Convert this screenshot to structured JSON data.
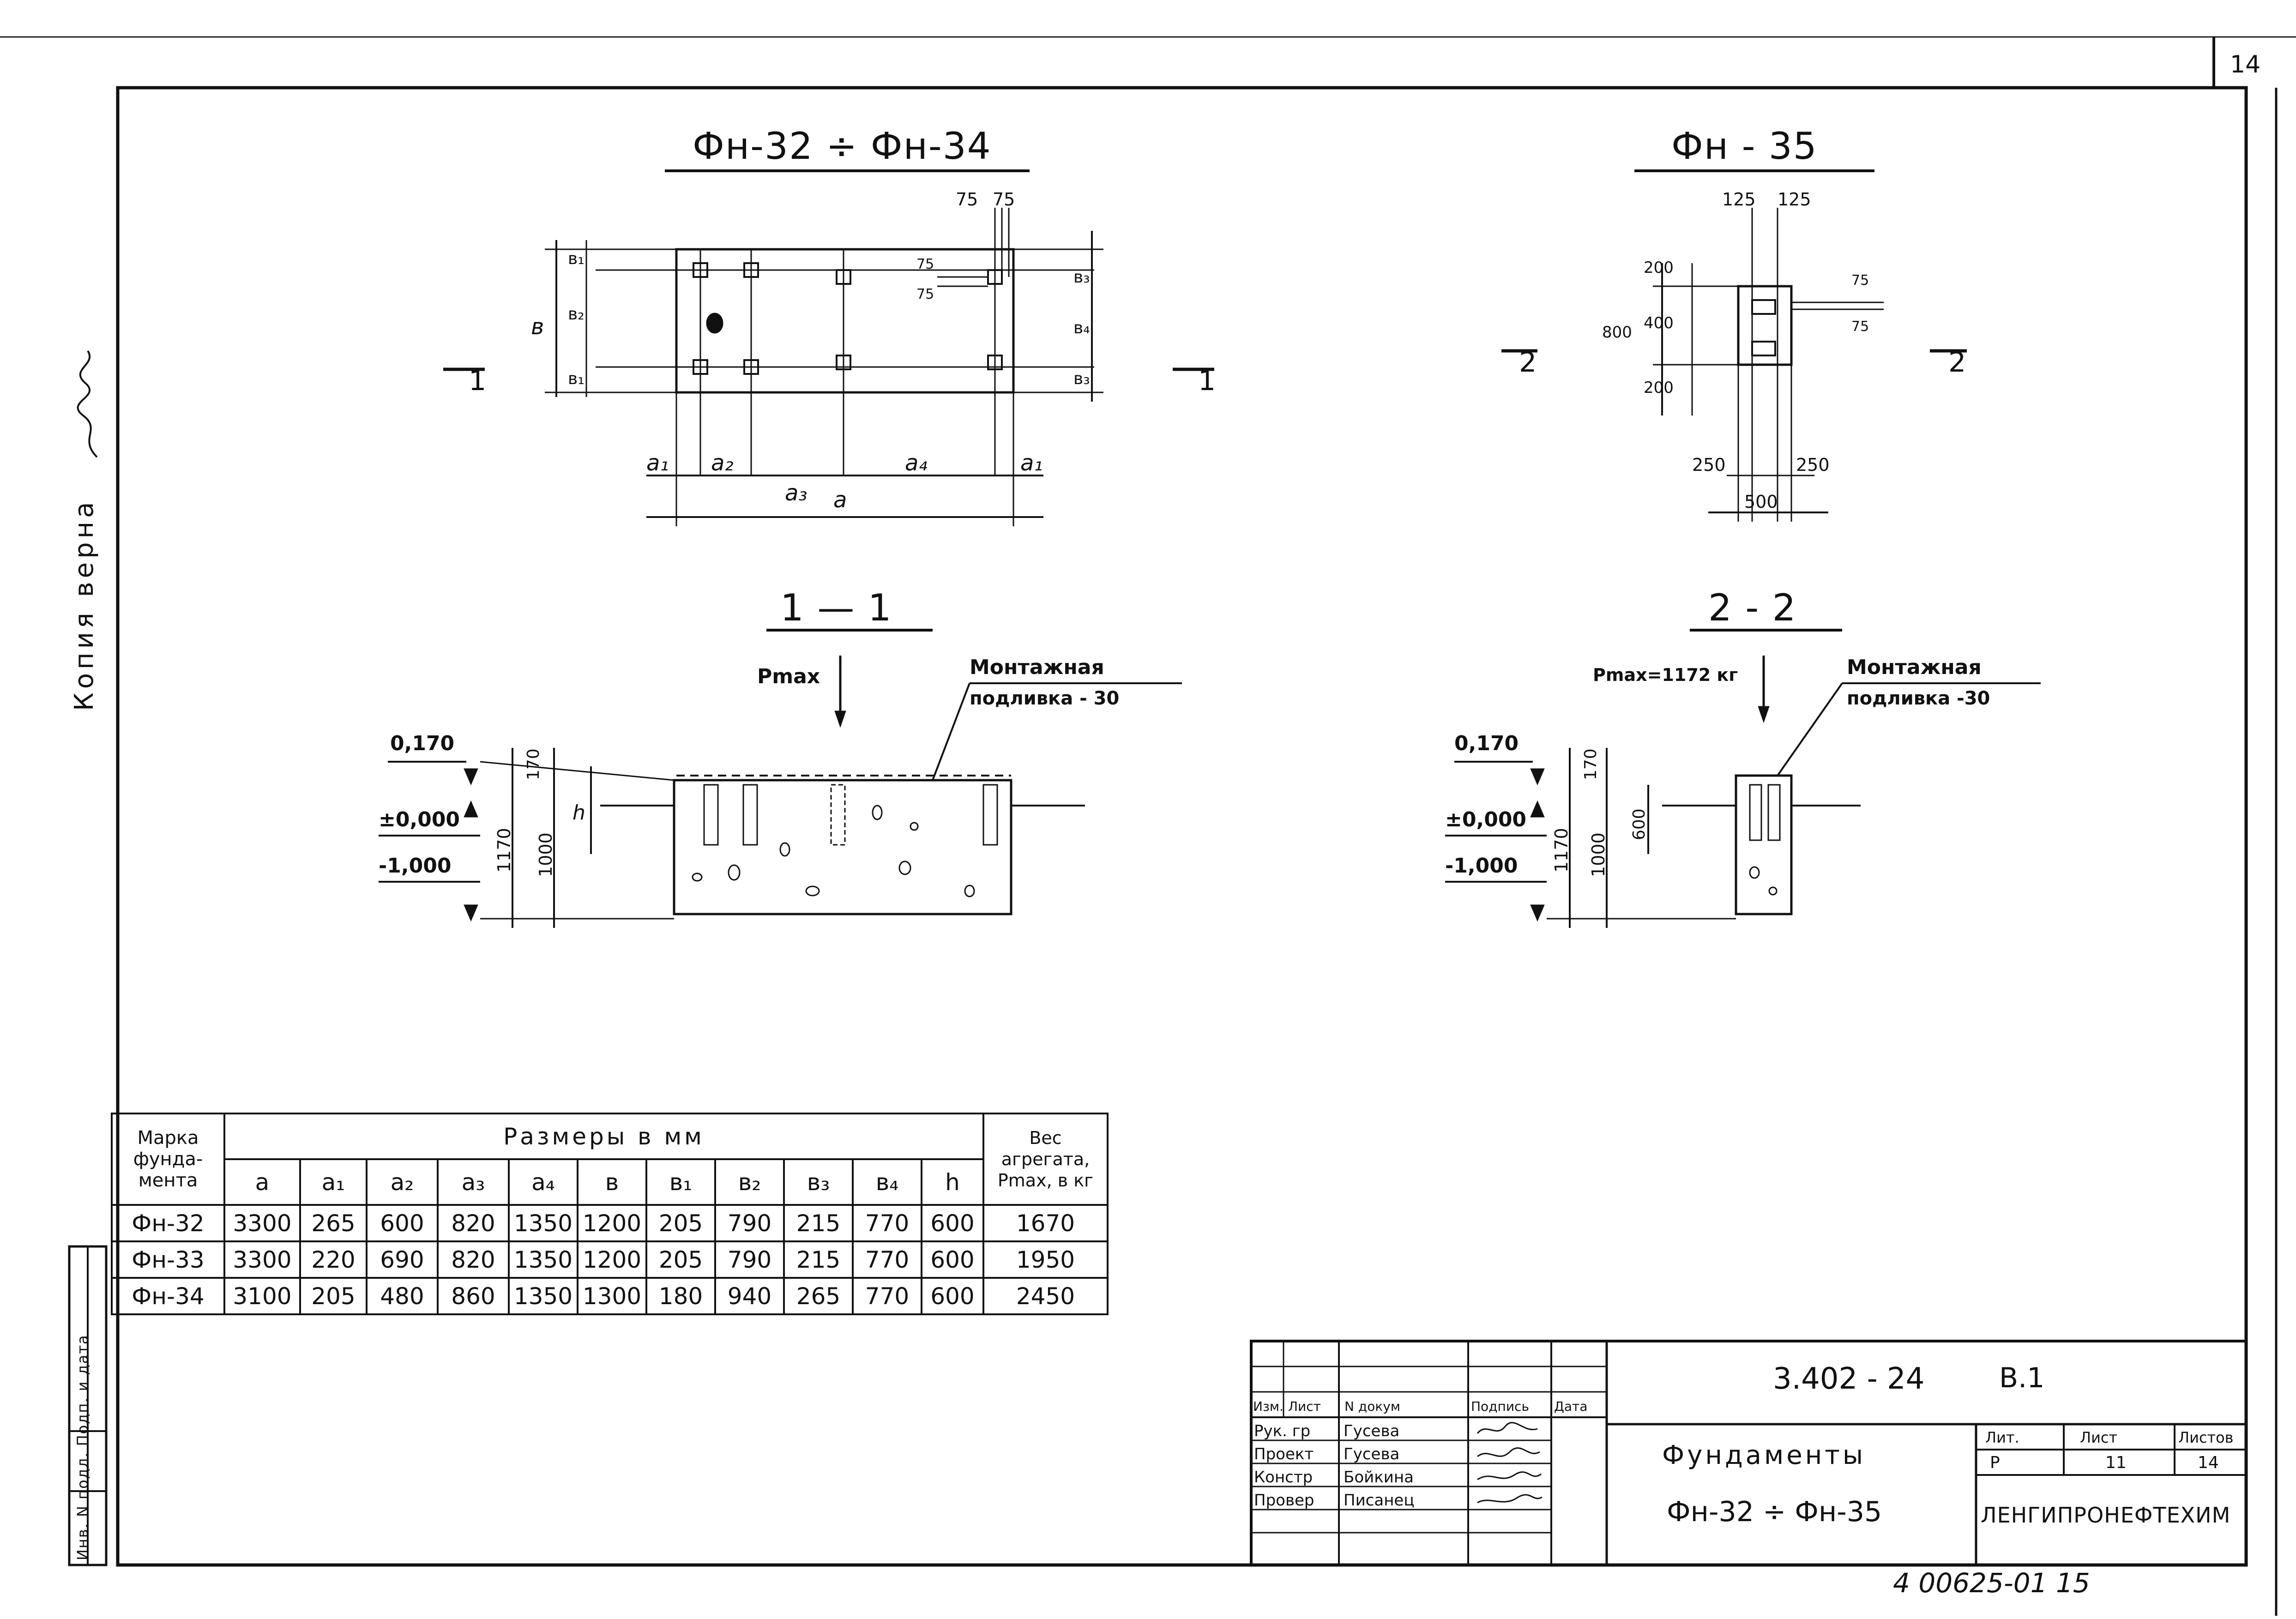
{
  "page_number": "14",
  "plan_a": {
    "title": "Фн-32 ÷ Фн-34",
    "section_mark": "1",
    "dims": {
      "d75a": "75",
      "d75b": "75",
      "a": "a",
      "a1": "a₁",
      "a2": "a₂",
      "a3": "a₃",
      "a4": "a₄",
      "b": "в",
      "b1": "в₁",
      "b2": "в₂",
      "b3": "в₃",
      "b4": "в₄",
      "v75a": "75",
      "v75b": "75"
    }
  },
  "plan_b": {
    "title": "Фн - 35",
    "section_mark": "2",
    "dims": {
      "d125a": "125",
      "d125b": "125",
      "d200a": "200",
      "d800": "800",
      "d400": "400",
      "d200b": "200",
      "d75a": "75",
      "d75b": "75",
      "d250a": "250",
      "d250b": "250",
      "d500": "500"
    }
  },
  "section_1": {
    "title": "1 — 1",
    "load": "Pmax",
    "note_l1": "Монтажная",
    "note_l2": "подливка - 30",
    "lev_top": "0,170",
    "lev_zero": "±0,000",
    "lev_bot": "-1,000",
    "d170": "170",
    "d1170": "1170",
    "d1000": "1000",
    "dh": "h"
  },
  "section_2": {
    "title": "2 - 2",
    "load": "Pmax=1172 кг",
    "note_l1": "Монтажная",
    "note_l2": "подливка -30",
    "lev_top": "0,170",
    "lev_zero": "±0,000",
    "lev_bot": "-1,000",
    "d170": "170",
    "d1170": "1170",
    "d1000": "1000",
    "d600": "600"
  },
  "table": {
    "h_mark": "Марка фунда-мента",
    "h_dims": "Размеры в мм",
    "h_weight": "Вес агрегата, Pmax, в кг",
    "cols": [
      "a",
      "a₁",
      "a₂",
      "a₃",
      "a₄",
      "в",
      "в₁",
      "в₂",
      "в₃",
      "в₄",
      "h"
    ],
    "rows": [
      {
        "mark": "Фн-32",
        "vals": [
          "3300",
          "265",
          "600",
          "820",
          "1350",
          "1200",
          "205",
          "790",
          "215",
          "770",
          "600"
        ],
        "weight": "1670"
      },
      {
        "mark": "Фн-33",
        "vals": [
          "3300",
          "220",
          "690",
          "820",
          "1350",
          "1200",
          "205",
          "790",
          "215",
          "770",
          "600"
        ],
        "weight": "1950"
      },
      {
        "mark": "Фн-34",
        "vals": [
          "3100",
          "205",
          "480",
          "860",
          "1350",
          "1300",
          "180",
          "940",
          "265",
          "770",
          "600"
        ],
        "weight": "2450"
      }
    ]
  },
  "title_block": {
    "code": "3.402 - 24",
    "issue": "В.1",
    "h_izm": "Изм.",
    "h_list": "Лист",
    "h_doc": "N докум",
    "h_sign": "Подпись",
    "h_date": "Дата",
    "roles": [
      {
        "role": "Рук. гр",
        "name": "Гусева"
      },
      {
        "role": "Проект",
        "name": "Гусева"
      },
      {
        "role": "Констр",
        "name": "Бойкина"
      },
      {
        "role": "Провер",
        "name": "Писанец"
      }
    ],
    "name_l1": "Фундаменты",
    "name_l2": "Фн-32 ÷ Фн-35",
    "h_lit": "Лит.",
    "h_sheet": "Лист",
    "h_sheets": "Листов",
    "lit": "Р",
    "sheet": "11",
    "sheets": "14",
    "org": "ЛЕНГИПРОНЕФТЕХИМ"
  },
  "side": {
    "copy_note": "Копия верна",
    "stamp": "Инв. N подл. Подп. и дата"
  },
  "footer_code": "4 00625-01 15"
}
